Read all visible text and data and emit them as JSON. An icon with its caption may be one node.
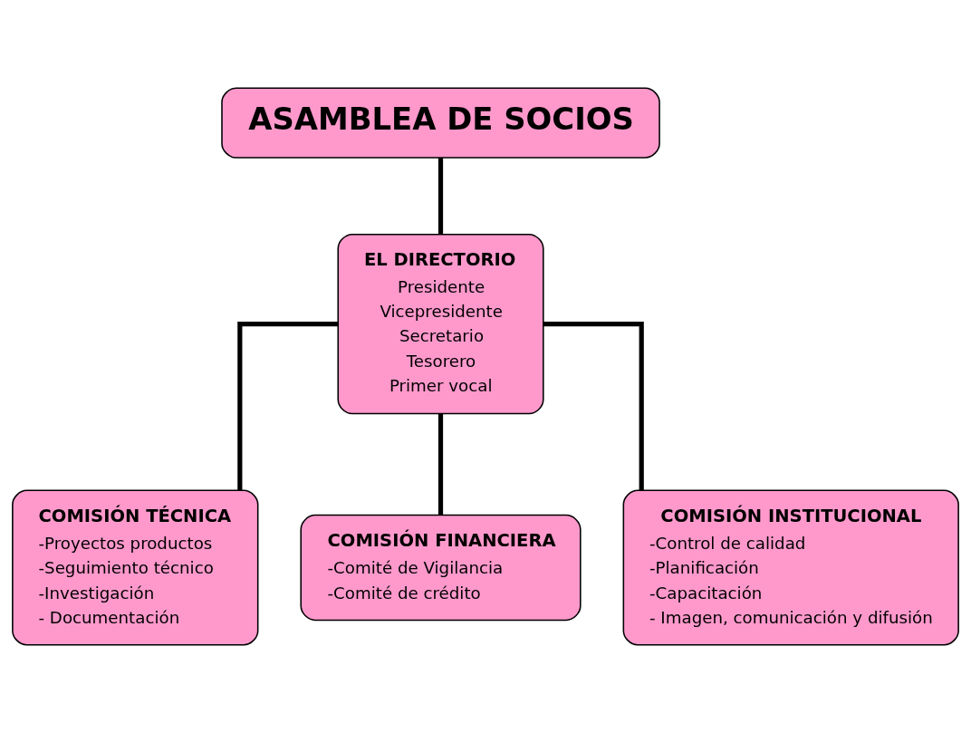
{
  "diagram": {
    "nodes": [
      {
        "text": [
          "ASAMBLEA DE SOCIOS"
        ]
      },
      {
        "text": [
          "EL DIRECTORIO",
          "Presidente",
          "Vicepresidente",
          "Secretario",
          "Tesorero",
          "Primer vocal"
        ]
      },
      {
        "text": [
          "COMISIÓN TÉCNICA",
          "-Proyectos productos",
          "-Seguimiento técnico",
          "-Investigación",
          "- Documentación"
        ]
      },
      {
        "text": [
          "COMISIÓN FINANCIERA",
          "-Comité de Vigilancia",
          "-Comité de crédito"
        ]
      },
      {
        "text": [
          "COMISIÓN INSTITUCIONAL",
          "-Control de calidad",
          "-Planificación",
          "-Capacitación",
          "- Imagen, comunicación y difusión"
        ]
      }
    ],
    "edges": [
      {
        "from": 0,
        "to": 1,
        "arrow": "none"
      },
      {
        "from": 1,
        "to": 2,
        "arrow": "none"
      },
      {
        "from": 1,
        "to": 3,
        "arrow": "none"
      },
      {
        "from": 1,
        "to": 4,
        "arrow": "none"
      }
    ]
  }
}
